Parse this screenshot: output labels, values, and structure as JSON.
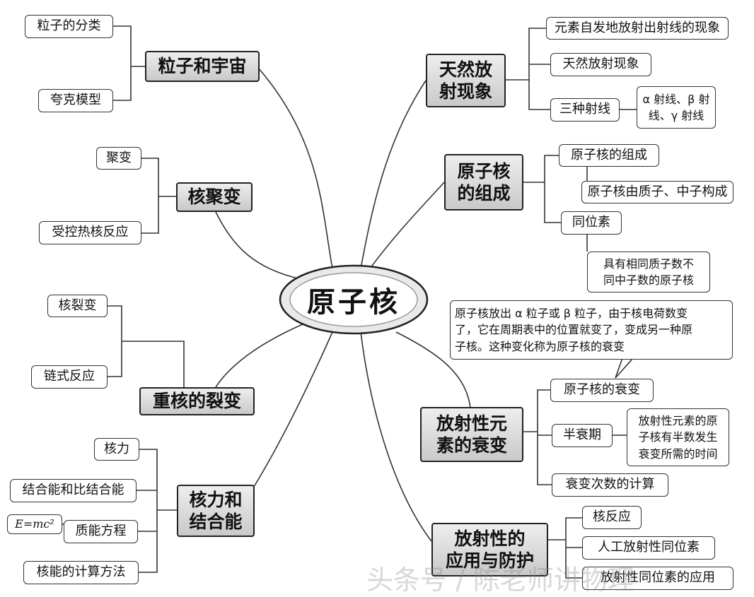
{
  "center": "原子核",
  "branches": {
    "particles": {
      "title": "粒子和宇宙",
      "items": [
        "粒子的分类",
        "夸克模型"
      ]
    },
    "natural_radioactivity": {
      "title": "天然放\n射现象",
      "items": [
        "天然放射现象",
        "三种射线"
      ],
      "phenomenon_note": "元素自发地放射出射线的现象",
      "rays_note": "α 射线、β 射\n线、γ 射线"
    },
    "nucleus_composition": {
      "title": "原子核\n的组成",
      "items": [
        "原子核的组成",
        "同位素"
      ],
      "composition_note": "原子核由质子、中子构成",
      "isotope_note": "具有相同质子数不\n同中子数的原子核"
    },
    "fusion": {
      "title": "核聚变",
      "items": [
        "聚变",
        "受控热核反应"
      ]
    },
    "fission": {
      "title": "重核的裂变",
      "items": [
        "核裂变",
        "链式反应"
      ]
    },
    "decay": {
      "title": "放射性元\n素的衰变",
      "definition": "原子核放出 α 粒子或 β 粒子，由于核电荷数变\n了，它在周期表中的位置就变了，变成另一种原\n子核。这种变化称为原子核的衰变",
      "items": [
        "原子核的衰变",
        "半衰期",
        "衰变次数的计算"
      ],
      "half_life_note": "放射性元素的原\n子核有半数发生\n衰变所需的时间"
    },
    "nuclear_force": {
      "title": "核力和\n结合能",
      "items": [
        "核力",
        "结合能和比结合能",
        "质能方程",
        "核能的计算方法"
      ],
      "formula": "E=mc²"
    },
    "applications": {
      "title": "放射性的\n应用与防护",
      "items": [
        "核反应",
        "人工放射性同位素",
        "放射性同位素的应用"
      ]
    }
  },
  "watermark": "头条号 / 陈老师讲物理"
}
